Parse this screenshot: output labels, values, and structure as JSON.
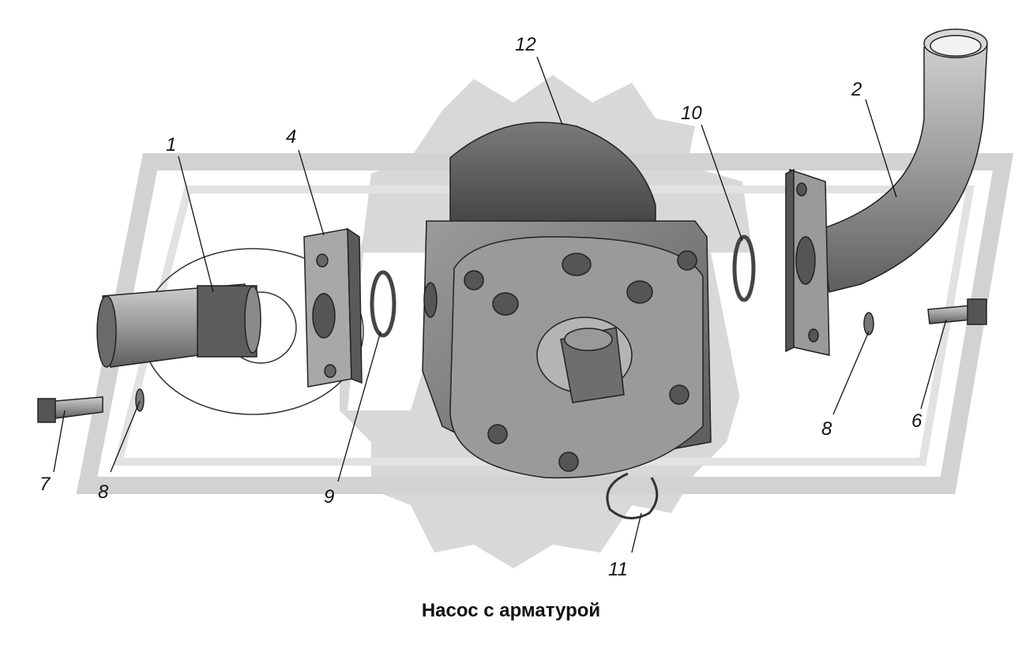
{
  "diagram": {
    "caption": "Насос с арматурой",
    "callouts": [
      {
        "id": "c1",
        "text": "1"
      },
      {
        "id": "c4",
        "text": "4"
      },
      {
        "id": "c12",
        "text": "12"
      },
      {
        "id": "c10",
        "text": "10"
      },
      {
        "id": "c2",
        "text": "2"
      },
      {
        "id": "c7",
        "text": "7"
      },
      {
        "id": "c8a",
        "text": "8"
      },
      {
        "id": "c9",
        "text": "9"
      },
      {
        "id": "c11",
        "text": "11"
      },
      {
        "id": "c8b",
        "text": "8"
      },
      {
        "id": "c6",
        "text": "6"
      }
    ],
    "colors": {
      "watermark": "#d6d6d6",
      "part_light": "#b8b8b8",
      "part_mid": "#8c8c8c",
      "part_dark": "#4a4a4a",
      "outline": "#222222"
    }
  }
}
